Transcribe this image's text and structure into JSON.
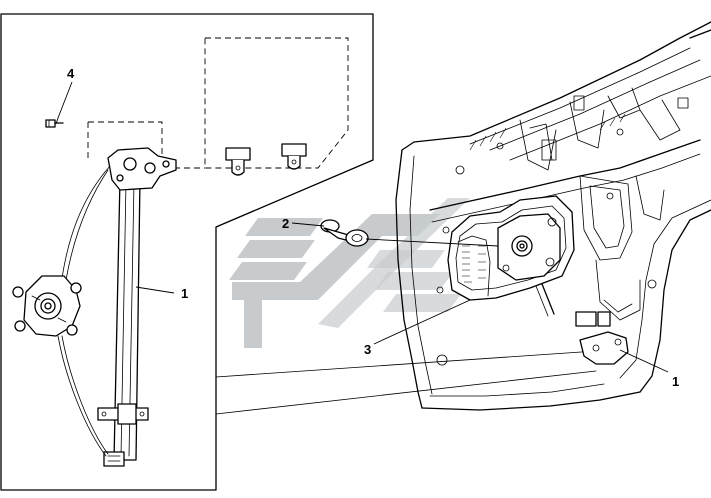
{
  "callouts": [
    {
      "id": "c1a",
      "label": "1"
    },
    {
      "id": "c1b",
      "label": "1"
    },
    {
      "id": "c2",
      "label": "2"
    },
    {
      "id": "c3",
      "label": "3"
    },
    {
      "id": "c4",
      "label": "4"
    }
  ],
  "colors": {
    "line": "#000000",
    "background": "#ffffff",
    "watermark": "#b7bcbf"
  }
}
